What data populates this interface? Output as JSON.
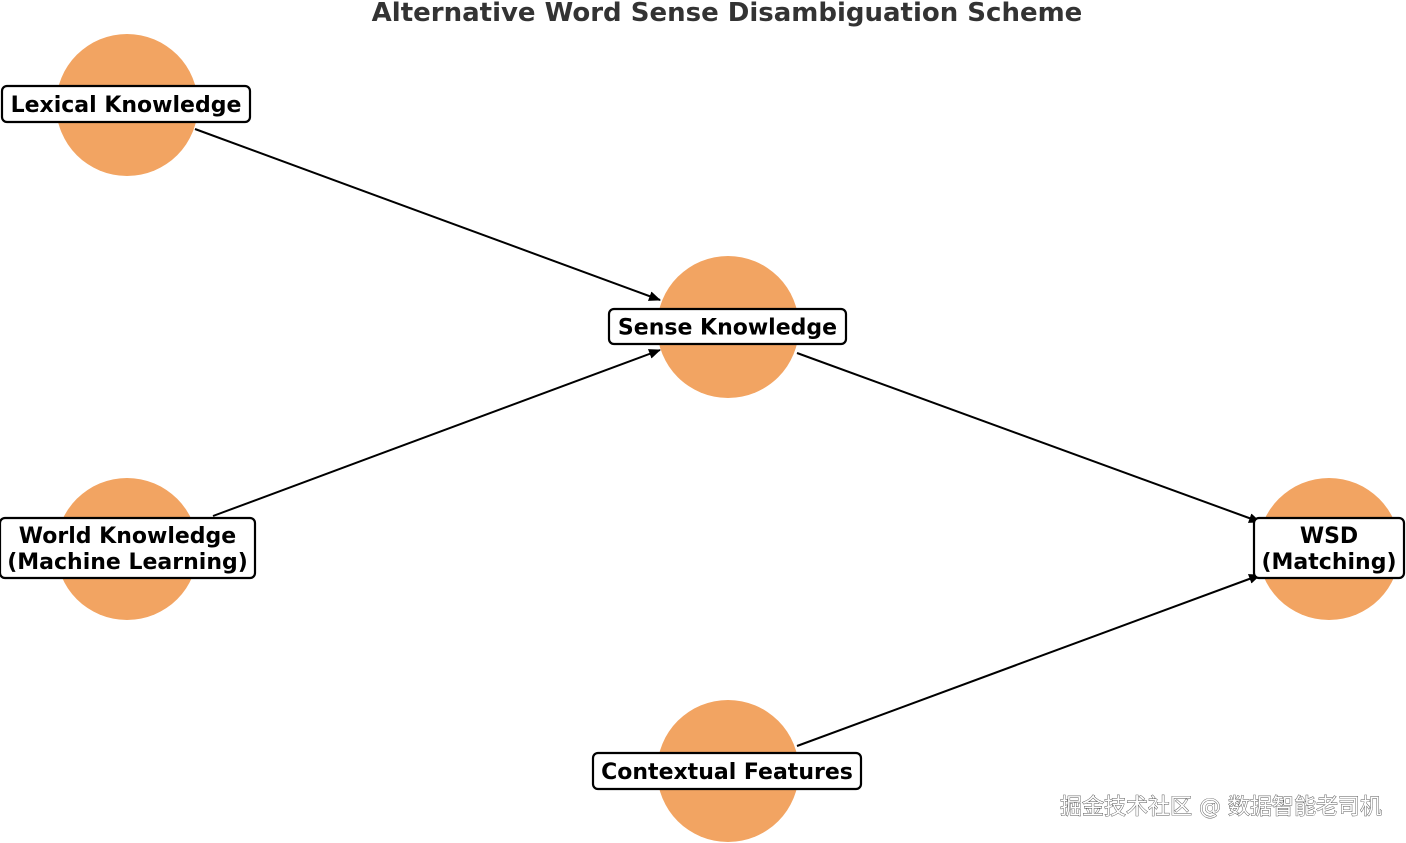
{
  "title": "Alternative Word Sense Disambiguation Scheme",
  "colors": {
    "node": "#f2a462",
    "edge": "#000000",
    "box_border": "#000000",
    "title": "#333333"
  },
  "nodes": [
    {
      "id": "lexical",
      "lines": [
        "Lexical Knowledge"
      ]
    },
    {
      "id": "sense",
      "lines": [
        "Sense Knowledge"
      ]
    },
    {
      "id": "world",
      "lines": [
        "World Knowledge",
        "(Machine Learning)"
      ]
    },
    {
      "id": "wsd",
      "lines": [
        "WSD",
        "(Matching)"
      ]
    },
    {
      "id": "contextual",
      "lines": [
        "Contextual Features"
      ]
    }
  ],
  "edges": [
    {
      "from": "lexical",
      "to": "sense"
    },
    {
      "from": "world",
      "to": "sense"
    },
    {
      "from": "sense",
      "to": "wsd"
    },
    {
      "from": "contextual",
      "to": "wsd"
    }
  ],
  "watermark": "掘金技术社区 @ 数据智能老司机"
}
